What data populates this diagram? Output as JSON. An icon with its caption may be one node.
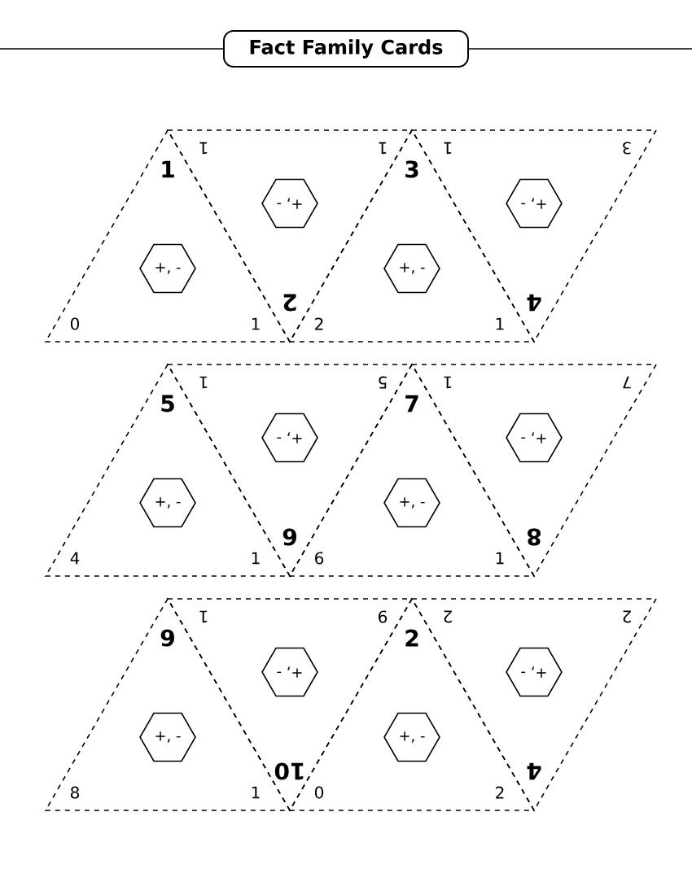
{
  "diagram": {
    "title": "Fact Family Cards",
    "nodes": [
      {
        "text": [
          "1",
          "0",
          "1"
        ]
      },
      {
        "text": [
          "+, -"
        ],
        "in": 0
      },
      {
        "text": [
          "1",
          "1",
          "2"
        ]
      },
      {
        "text": [
          "+, -"
        ],
        "in": 2
      },
      {
        "text": [
          "3",
          "2",
          "1"
        ]
      },
      {
        "text": [
          "+, -"
        ],
        "in": 4
      },
      {
        "text": [
          "1",
          "3",
          "4"
        ]
      },
      {
        "text": [
          "+, -"
        ],
        "in": 6
      },
      {
        "text": [
          "5",
          "4",
          "1"
        ]
      },
      {
        "text": [
          "+, -"
        ],
        "in": 8
      },
      {
        "text": [
          "1",
          "5",
          "6"
        ]
      },
      {
        "text": [
          "+, -"
        ],
        "in": 10
      },
      {
        "text": [
          "7",
          "6",
          "1"
        ]
      },
      {
        "text": [
          "+, -"
        ],
        "in": 12
      },
      {
        "text": [
          "1",
          "7",
          "8"
        ]
      },
      {
        "text": [
          "+, -"
        ],
        "in": 14
      },
      {
        "text": [
          "9",
          "8",
          "1"
        ]
      },
      {
        "text": [
          "+, -"
        ],
        "in": 16
      },
      {
        "text": [
          "1",
          "9",
          "10"
        ]
      },
      {
        "text": [
          "+, -"
        ],
        "in": 18
      },
      {
        "text": [
          "2",
          "0",
          "2"
        ]
      },
      {
        "text": [
          "+, -"
        ],
        "in": 20
      },
      {
        "text": [
          "2",
          "2",
          "4"
        ]
      },
      {
        "text": [
          "+, -"
        ],
        "in": 22
      }
    ]
  }
}
